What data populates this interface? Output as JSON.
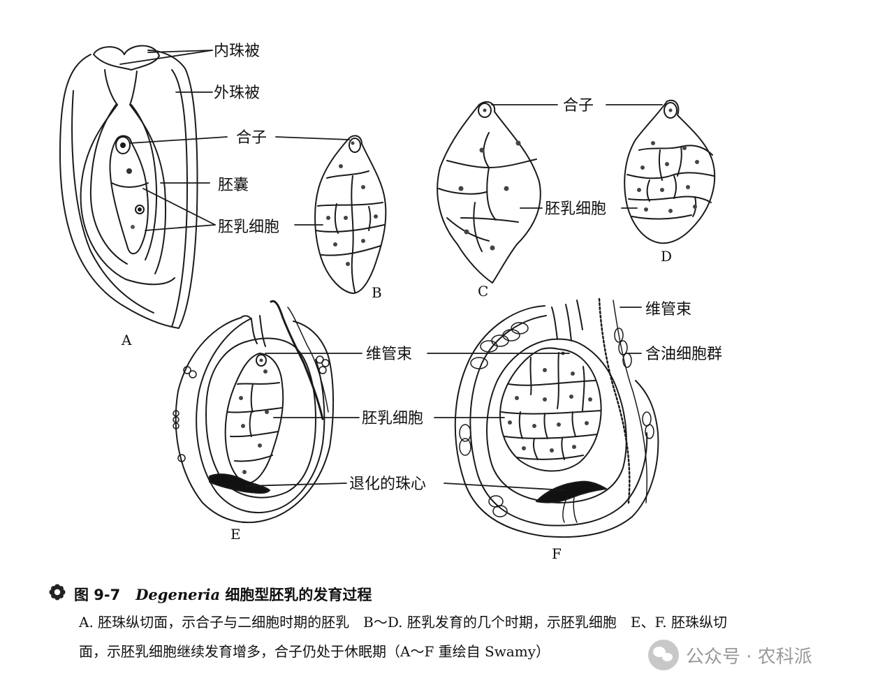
{
  "labels": {
    "inner_integument": "内珠被",
    "outer_integument": "外珠被",
    "zygote_a": "合子",
    "embryo_sac": "胚囊",
    "endosperm_cells_a": "胚乳细胞",
    "zygote_cd": "合子",
    "endosperm_cells_cd": "胚乳细胞",
    "vascular_bundle_f": "维管束",
    "oil_cells": "含油细胞群",
    "vascular_bundle_e": "维管束",
    "endosperm_cells_ef": "胚乳细胞",
    "degenerated_nucellus": "退化的珠心"
  },
  "panels": [
    "A",
    "B",
    "C",
    "D",
    "E",
    "F"
  ],
  "caption": {
    "fig_no": "图 9-7",
    "genus": "Degeneria",
    "title_rest": "细胞型胚乳的发育过程",
    "line1": "A. 胚珠纵切面，示合子与二细胞时期的胚乳　B～D. 胚乳发育的几个时期，示胚乳细胞　E、F. 胚珠纵切",
    "line2": "面，示胚乳细胞继续发育增多，合子仍处于休眠期（A～F 重绘自 Swamy）"
  },
  "watermark": {
    "text": "公众号 · 农科派",
    "icon": "wechat-icon"
  }
}
